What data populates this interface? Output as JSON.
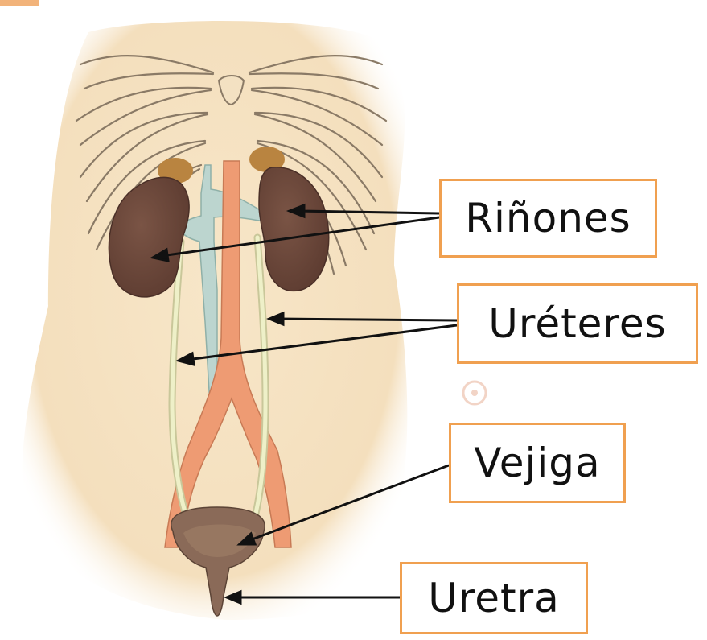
{
  "labels": {
    "kidneys": "Riñones",
    "ureters": "Uréteres",
    "bladder": "Vejiga",
    "urethra": "Uretra"
  },
  "colors": {
    "skin": "#f6e3c4",
    "rib_line": "#8a7a66",
    "kidney": "#6e4a3e",
    "adrenal": "#b98440",
    "aorta": "#ee9b73",
    "vena_cava": "#bcd5cf",
    "ureter": "#eef0c8",
    "bladder": "#8a6a58",
    "label_border": "#f0a050",
    "arrow": "#111111"
  }
}
